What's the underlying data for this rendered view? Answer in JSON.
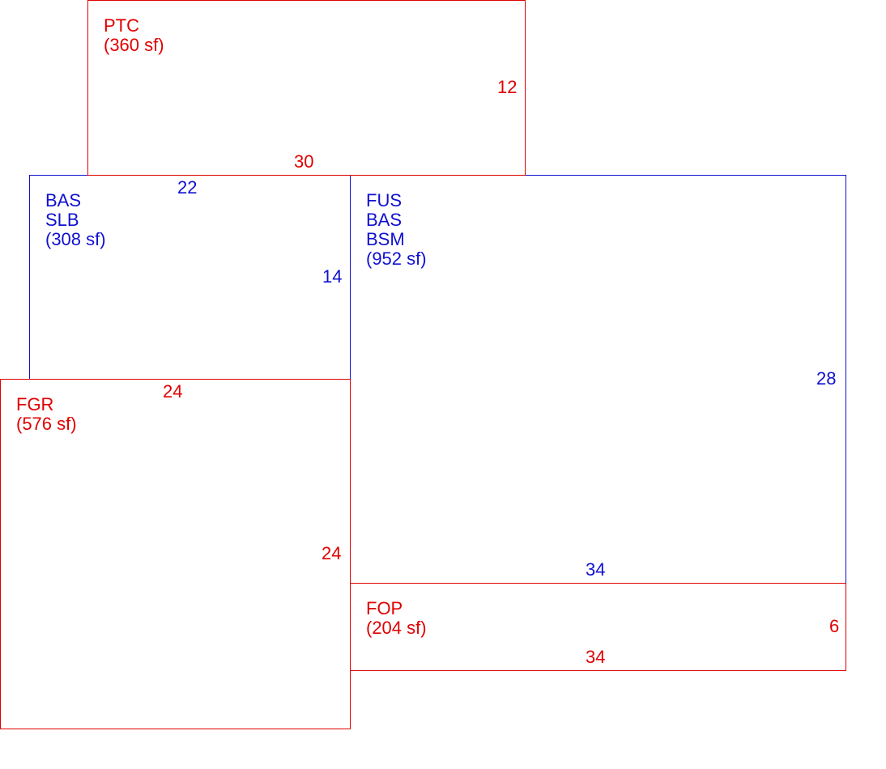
{
  "areas": {
    "ptc": {
      "lines": [
        "PTC",
        "(360 sf)"
      ],
      "dim_width": "30",
      "dim_height": "12"
    },
    "bas_slb": {
      "lines": [
        "BAS",
        "SLB",
        "(308 sf)"
      ],
      "dim_width": "22",
      "dim_height": "14"
    },
    "fus": {
      "lines": [
        "FUS",
        "BAS",
        "BSM",
        "(952 sf)"
      ],
      "dim_width": "34",
      "dim_height": "28"
    },
    "fgr": {
      "lines": [
        "FGR",
        "(576 sf)"
      ],
      "dim_width": "24",
      "dim_height": "24"
    },
    "fop": {
      "lines": [
        "FOP",
        "(204 sf)"
      ],
      "dim_width": "34",
      "dim_height": "6"
    }
  },
  "colors": {
    "red": "#e00000",
    "blue": "#1010d0"
  }
}
